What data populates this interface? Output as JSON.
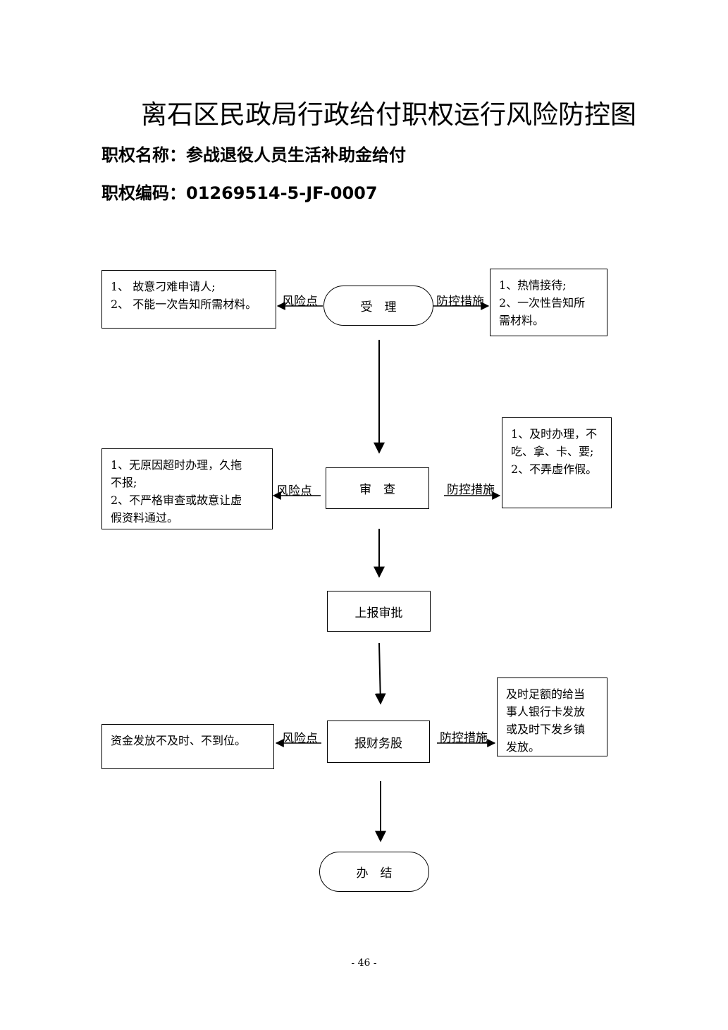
{
  "title": "离石区民政局行政给付职权运行风险防控图",
  "power_name_label": "职权名称：",
  "power_name": "参战退役人员生活补助金给付",
  "power_code_label": "职权编码：",
  "power_code": "01269514-5-JF-0007",
  "risk_label": "风险点",
  "control_label": "防控措施",
  "steps": [
    {
      "label": "受　理"
    },
    {
      "label": "审　查"
    },
    {
      "label": "上报审批"
    },
    {
      "label": "报财务股"
    },
    {
      "label": "办　结"
    }
  ],
  "risks": [
    {
      "lines": [
        "1、  故意刁难申请人;",
        "2、 不能一次告知所需材料。"
      ]
    },
    {
      "lines": [
        "1、无原因超时办理，久拖",
        "不报;",
        "2、不严格审查或故意让虚",
        "假资料通过。"
      ]
    },
    {
      "lines": [
        "资金发放不及时、不到位。"
      ]
    }
  ],
  "controls": [
    {
      "lines": [
        "1、热情接待;",
        "2、一次性告知所",
        "需材料。"
      ]
    },
    {
      "lines": [
        "1、及时办理，不",
        "吃、拿、卡、要;",
        "2、不弄虚作假。"
      ]
    },
    {
      "lines": [
        "及时足额的给当",
        "事人银行卡发放",
        "或及时下发乡镇",
        "发放。"
      ]
    }
  ],
  "page_number": "- 46 -"
}
